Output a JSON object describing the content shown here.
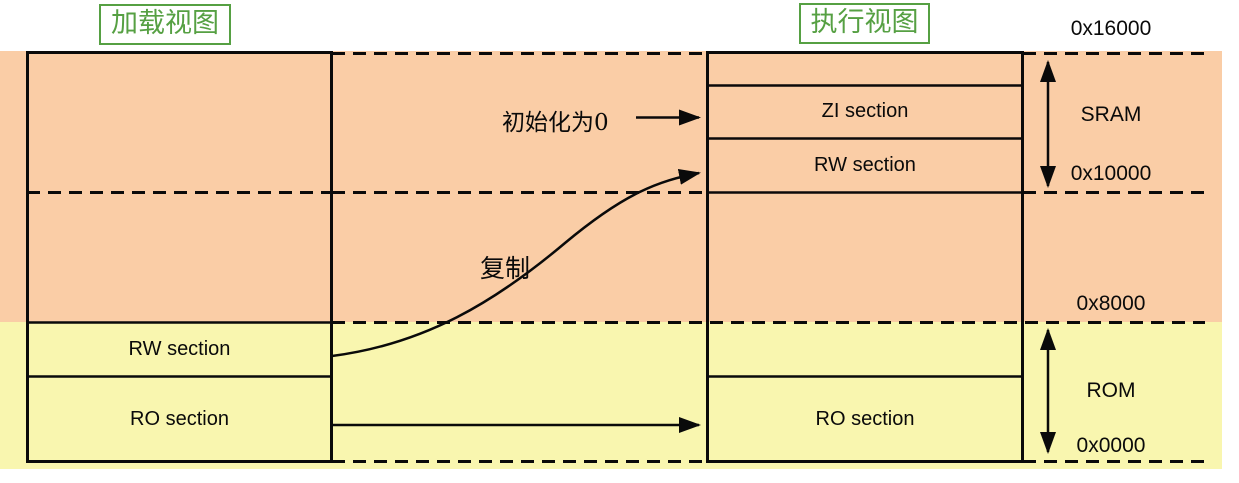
{
  "colors": {
    "sram_region": "#FACDA6",
    "rom_region": "#F9F6AF",
    "label_green": "#56A043",
    "line": "#0A0A0A",
    "page_bg": "#FFFFFF"
  },
  "views": {
    "load": {
      "title": "加载视图",
      "sections": [
        {
          "label": "RW section"
        },
        {
          "label": "RO section"
        }
      ]
    },
    "exec": {
      "title": "执行视图",
      "sections": [
        {
          "label": "ZI section"
        },
        {
          "label": "RW section"
        },
        {
          "label": "RO section"
        }
      ]
    }
  },
  "annotations": {
    "zero_init": "初始化为0",
    "copy": "复制"
  },
  "addresses": {
    "top": "0x16000",
    "sram_bottom": "0x10000",
    "rom_top": "0x8000",
    "bottom": "0x0000"
  },
  "regions": {
    "sram": "SRAM",
    "rom": "ROM"
  }
}
